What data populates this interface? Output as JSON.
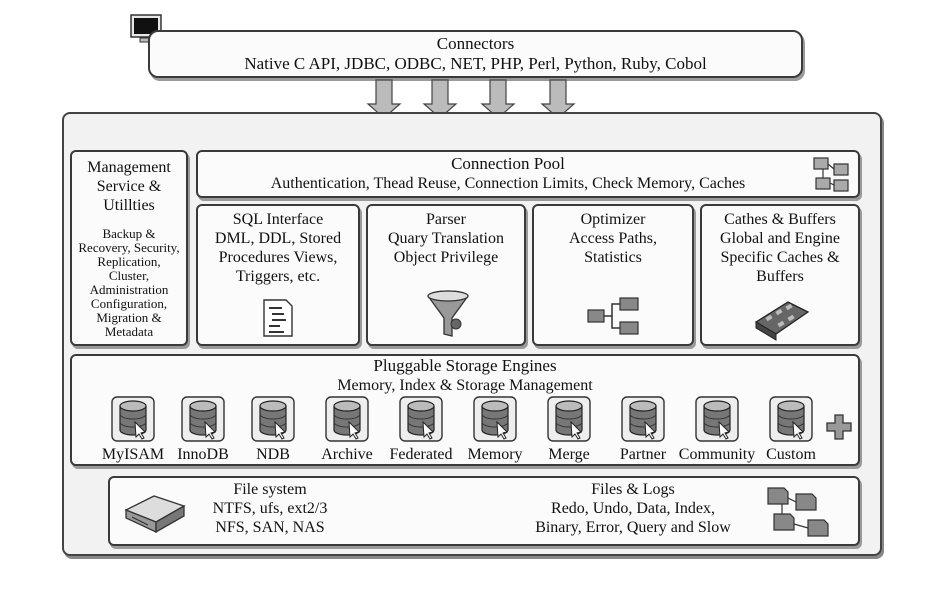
{
  "connectors": {
    "title": "Connectors",
    "items": "Native C API, JDBC, ODBC, NET, PHP, Perl, Python, Ruby, Cobol"
  },
  "management": {
    "title_lines": [
      "Management",
      "Service &",
      "Utillties"
    ],
    "detail_lines": [
      "Backup &",
      "Recovery, Security,",
      "Replication,",
      "Cluster,",
      "Administration",
      "Configuration,",
      "Migration &",
      "Metadata"
    ]
  },
  "connection_pool": {
    "title": "Connection Pool",
    "items": "Authentication, Thead Reuse, Connection Limits, Check Memory, Caches"
  },
  "sql_interface": {
    "lines": [
      "SQL Interface",
      "DML, DDL, Stored",
      "Procedures Views,",
      "Triggers, etc."
    ]
  },
  "parser": {
    "lines": [
      "Parser",
      "Quary Translation",
      "Object Privilege"
    ]
  },
  "optimizer": {
    "lines": [
      "Optimizer",
      "Access Paths,",
      "Statistics"
    ]
  },
  "caches_buffers": {
    "lines": [
      "Cathes & Buffers",
      "Global and Engine",
      "Specific Caches &",
      "Buffers"
    ]
  },
  "storage_engines": {
    "title": "Pluggable Storage Engines",
    "subtitle": "Memory, Index & Storage Management",
    "engines": [
      "MyISAM",
      "InnoDB",
      "NDB",
      "Archive",
      "Federated",
      "Memory",
      "Merge",
      "Partner",
      "Community",
      "Custom"
    ]
  },
  "file_system": {
    "title": "File system",
    "lines": [
      "NTFS, ufs, ext2/3",
      "NFS, SAN, NAS"
    ]
  },
  "files_logs": {
    "title": "Files & Logs",
    "lines": [
      "Redo, Undo, Data, Index,",
      "Binary, Error, Query and Slow"
    ]
  },
  "icons": {
    "terminal": "terminal-icon",
    "network": "network-icon",
    "script": "script-icon",
    "funnel": "funnel-icon",
    "flowchart": "flowchart-icon",
    "memory": "memory-chip-icon",
    "database": "database-icon",
    "plus": "plus-icon",
    "drive": "hard-drive-icon",
    "logs": "log-files-icon"
  }
}
